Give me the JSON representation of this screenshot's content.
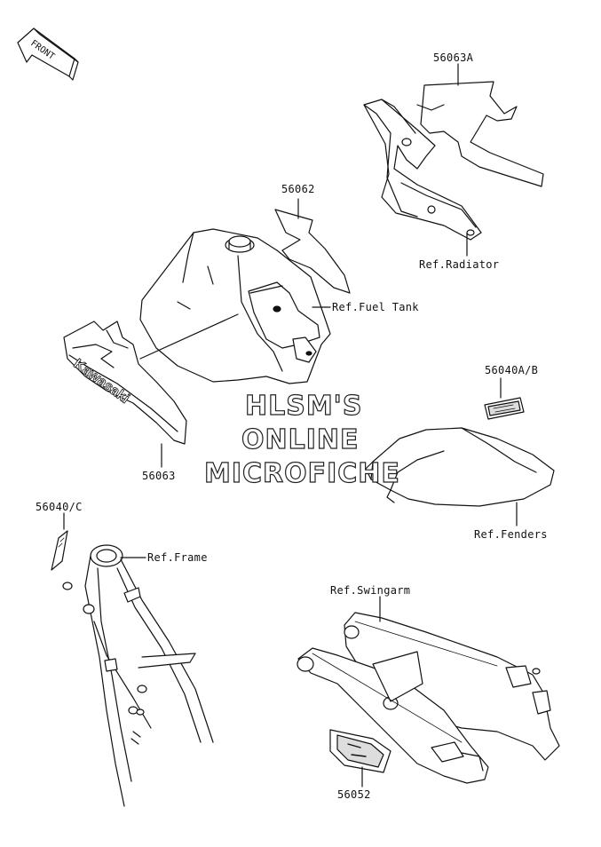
{
  "labels": {
    "front": "FRONT",
    "p56063A": "56063A",
    "p56062": "56062",
    "ref_radiator": "Ref.Radiator",
    "ref_fuel_tank": "Ref.Fuel Tank",
    "p56040AB": "56040A/B",
    "p56063": "56063",
    "p56040C": "56040/C",
    "ref_frame": "Ref.Frame",
    "ref_fenders": "Ref.Fenders",
    "ref_swingarm": "Ref.Swingarm",
    "p56052": "56052"
  },
  "decal_text": {
    "kawasaki": "Kawasaki"
  },
  "watermark": {
    "line1": "HLSM'S",
    "line2": "ONLINE",
    "line3": "MICROFICHE"
  }
}
